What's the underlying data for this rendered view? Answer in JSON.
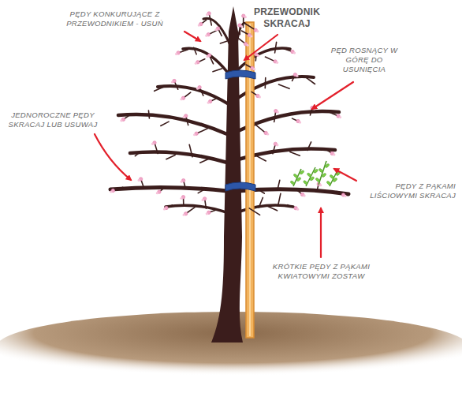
{
  "diagram": {
    "labels": [
      "PĘDY KONKURUJĄCE Z PRZEWODNIKIEM - USUŃ",
      "PRZEWODNIK SKRACAJ",
      "PĘD ROSNĄCY W GÓRĘ DO USUNIĘCIA",
      "JEDNOROCZNE PĘDY SKRACAJ LUB USUWAJ",
      "PĘDY Z PĄKAMI LIŚCIOWYMI SKRACAJ",
      "KRÓTKIE PĘDY Z PĄKAMI KWIATOWYMI ZOSTAW"
    ]
  }
}
